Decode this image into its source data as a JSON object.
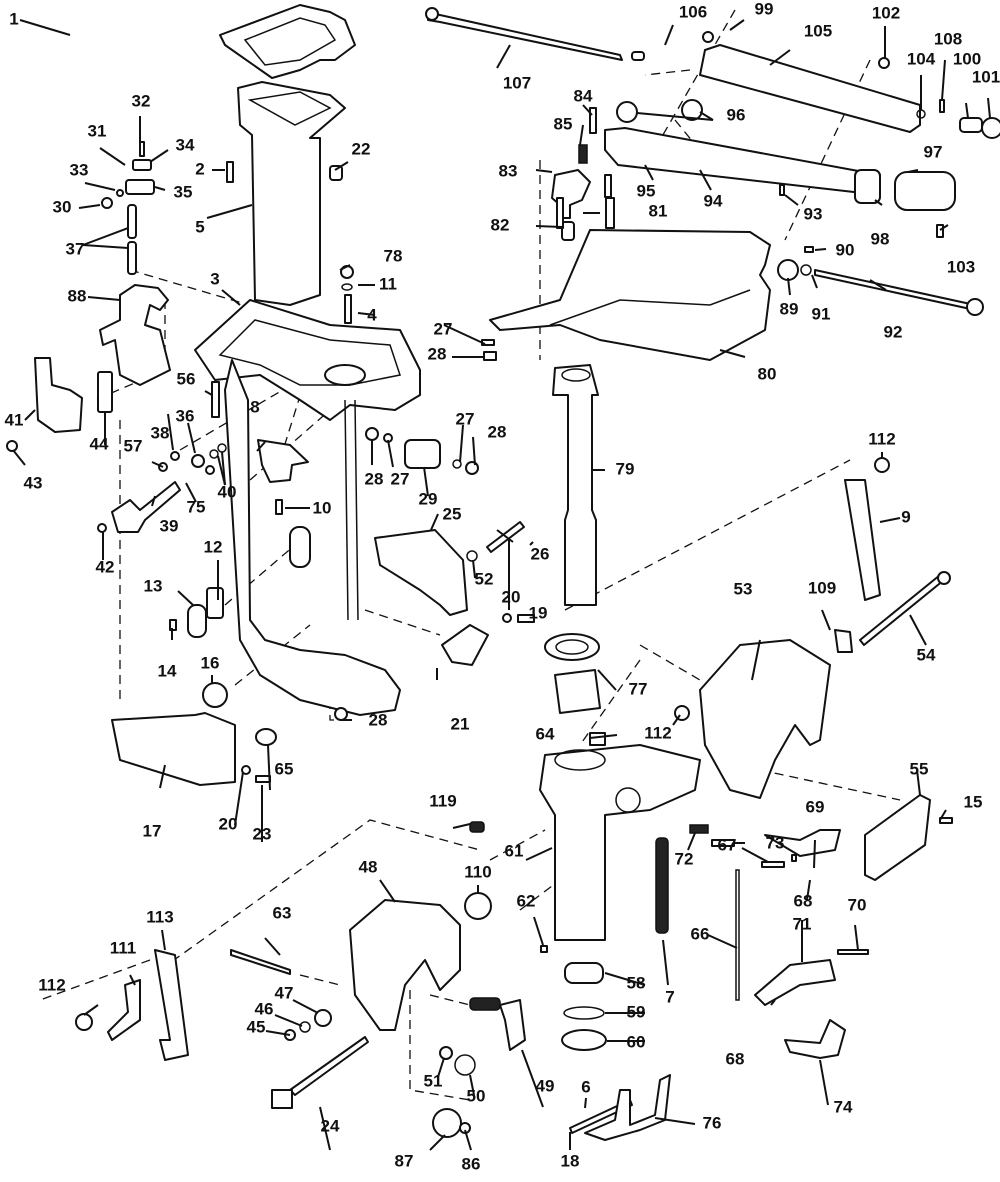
{
  "diagram": {
    "title": "Outboard motor midsection / swivel bracket exploded parts diagram",
    "callouts": [
      {
        "id": "c1",
        "text": "1"
      },
      {
        "id": "c2",
        "text": "2"
      },
      {
        "id": "c3",
        "text": "3"
      },
      {
        "id": "c4",
        "text": "4"
      },
      {
        "id": "c5",
        "text": "5"
      },
      {
        "id": "c6",
        "text": "6"
      },
      {
        "id": "c7",
        "text": "7"
      },
      {
        "id": "c8",
        "text": "8"
      },
      {
        "id": "c9",
        "text": "9"
      },
      {
        "id": "c10",
        "text": "10"
      },
      {
        "id": "c11",
        "text": "11"
      },
      {
        "id": "c12",
        "text": "12"
      },
      {
        "id": "c13",
        "text": "13"
      },
      {
        "id": "c14",
        "text": "14"
      },
      {
        "id": "c15",
        "text": "15"
      },
      {
        "id": "c16",
        "text": "16"
      },
      {
        "id": "c17",
        "text": "17"
      },
      {
        "id": "c18",
        "text": "18"
      },
      {
        "id": "c19",
        "text": "19"
      },
      {
        "id": "c20a",
        "text": "20"
      },
      {
        "id": "c20b",
        "text": "20"
      },
      {
        "id": "c21",
        "text": "21"
      },
      {
        "id": "c22",
        "text": "22"
      },
      {
        "id": "c23",
        "text": "23"
      },
      {
        "id": "c24",
        "text": "24"
      },
      {
        "id": "c25",
        "text": "25"
      },
      {
        "id": "c26",
        "text": "26"
      },
      {
        "id": "c27a",
        "text": "27"
      },
      {
        "id": "c27b",
        "text": "27"
      },
      {
        "id": "c27c",
        "text": "27"
      },
      {
        "id": "c28a",
        "text": "28"
      },
      {
        "id": "c28b",
        "text": "28"
      },
      {
        "id": "c28c",
        "text": "28"
      },
      {
        "id": "c28d",
        "text": "28"
      },
      {
        "id": "c29",
        "text": "29"
      },
      {
        "id": "c30",
        "text": "30"
      },
      {
        "id": "c31",
        "text": "31"
      },
      {
        "id": "c32",
        "text": "32"
      },
      {
        "id": "c33",
        "text": "33"
      },
      {
        "id": "c34",
        "text": "34"
      },
      {
        "id": "c35",
        "text": "35"
      },
      {
        "id": "c36",
        "text": "36"
      },
      {
        "id": "c37",
        "text": "37"
      },
      {
        "id": "c38",
        "text": "38"
      },
      {
        "id": "c39",
        "text": "39"
      },
      {
        "id": "c40",
        "text": "40"
      },
      {
        "id": "c41",
        "text": "41"
      },
      {
        "id": "c42",
        "text": "42"
      },
      {
        "id": "c43",
        "text": "43"
      },
      {
        "id": "c44",
        "text": "44"
      },
      {
        "id": "c45",
        "text": "45"
      },
      {
        "id": "c46",
        "text": "46"
      },
      {
        "id": "c47",
        "text": "47"
      },
      {
        "id": "c48",
        "text": "48"
      },
      {
        "id": "c49",
        "text": "49"
      },
      {
        "id": "c50",
        "text": "50"
      },
      {
        "id": "c51",
        "text": "51"
      },
      {
        "id": "c52",
        "text": "52"
      },
      {
        "id": "c53",
        "text": "53"
      },
      {
        "id": "c54",
        "text": "54"
      },
      {
        "id": "c55",
        "text": "55"
      },
      {
        "id": "c56",
        "text": "56"
      },
      {
        "id": "c57",
        "text": "57"
      },
      {
        "id": "c58",
        "text": "58"
      },
      {
        "id": "c59",
        "text": "59"
      },
      {
        "id": "c60",
        "text": "60"
      },
      {
        "id": "c61",
        "text": "61"
      },
      {
        "id": "c62",
        "text": "62"
      },
      {
        "id": "c63",
        "text": "63"
      },
      {
        "id": "c64",
        "text": "64"
      },
      {
        "id": "c65",
        "text": "65"
      },
      {
        "id": "c66",
        "text": "66"
      },
      {
        "id": "c67",
        "text": "67"
      },
      {
        "id": "c68a",
        "text": "68"
      },
      {
        "id": "c68b",
        "text": "68"
      },
      {
        "id": "c69",
        "text": "69"
      },
      {
        "id": "c70",
        "text": "70"
      },
      {
        "id": "c71",
        "text": "71"
      },
      {
        "id": "c72",
        "text": "72"
      },
      {
        "id": "c73",
        "text": "73"
      },
      {
        "id": "c74",
        "text": "74"
      },
      {
        "id": "c75",
        "text": "75"
      },
      {
        "id": "c76",
        "text": "76"
      },
      {
        "id": "c77",
        "text": "77"
      },
      {
        "id": "c78",
        "text": "78"
      },
      {
        "id": "c79",
        "text": "79"
      },
      {
        "id": "c80",
        "text": "80"
      },
      {
        "id": "c81",
        "text": "81"
      },
      {
        "id": "c82",
        "text": "82"
      },
      {
        "id": "c83",
        "text": "83"
      },
      {
        "id": "c84",
        "text": "84"
      },
      {
        "id": "c85",
        "text": "85"
      },
      {
        "id": "c86",
        "text": "86"
      },
      {
        "id": "c87",
        "text": "87"
      },
      {
        "id": "c88",
        "text": "88"
      },
      {
        "id": "c89",
        "text": "89"
      },
      {
        "id": "c90",
        "text": "90"
      },
      {
        "id": "c91",
        "text": "91"
      },
      {
        "id": "c92",
        "text": "92"
      },
      {
        "id": "c93",
        "text": "93"
      },
      {
        "id": "c94",
        "text": "94"
      },
      {
        "id": "c95",
        "text": "95"
      },
      {
        "id": "c96",
        "text": "96"
      },
      {
        "id": "c97",
        "text": "97"
      },
      {
        "id": "c98",
        "text": "98"
      },
      {
        "id": "c99",
        "text": "99"
      },
      {
        "id": "c100",
        "text": "100"
      },
      {
        "id": "c101",
        "text": "101"
      },
      {
        "id": "c102",
        "text": "102"
      },
      {
        "id": "c103",
        "text": "103"
      },
      {
        "id": "c104",
        "text": "104"
      },
      {
        "id": "c105",
        "text": "105"
      },
      {
        "id": "c106",
        "text": "106"
      },
      {
        "id": "c107",
        "text": "107"
      },
      {
        "id": "c108",
        "text": "108"
      },
      {
        "id": "c109",
        "text": "109"
      },
      {
        "id": "c110",
        "text": "110"
      },
      {
        "id": "c111",
        "text": "111"
      },
      {
        "id": "c112a",
        "text": "112"
      },
      {
        "id": "c112b",
        "text": "112"
      },
      {
        "id": "c112c",
        "text": "112"
      },
      {
        "id": "c113",
        "text": "113"
      },
      {
        "id": "c119",
        "text": "119"
      }
    ]
  }
}
